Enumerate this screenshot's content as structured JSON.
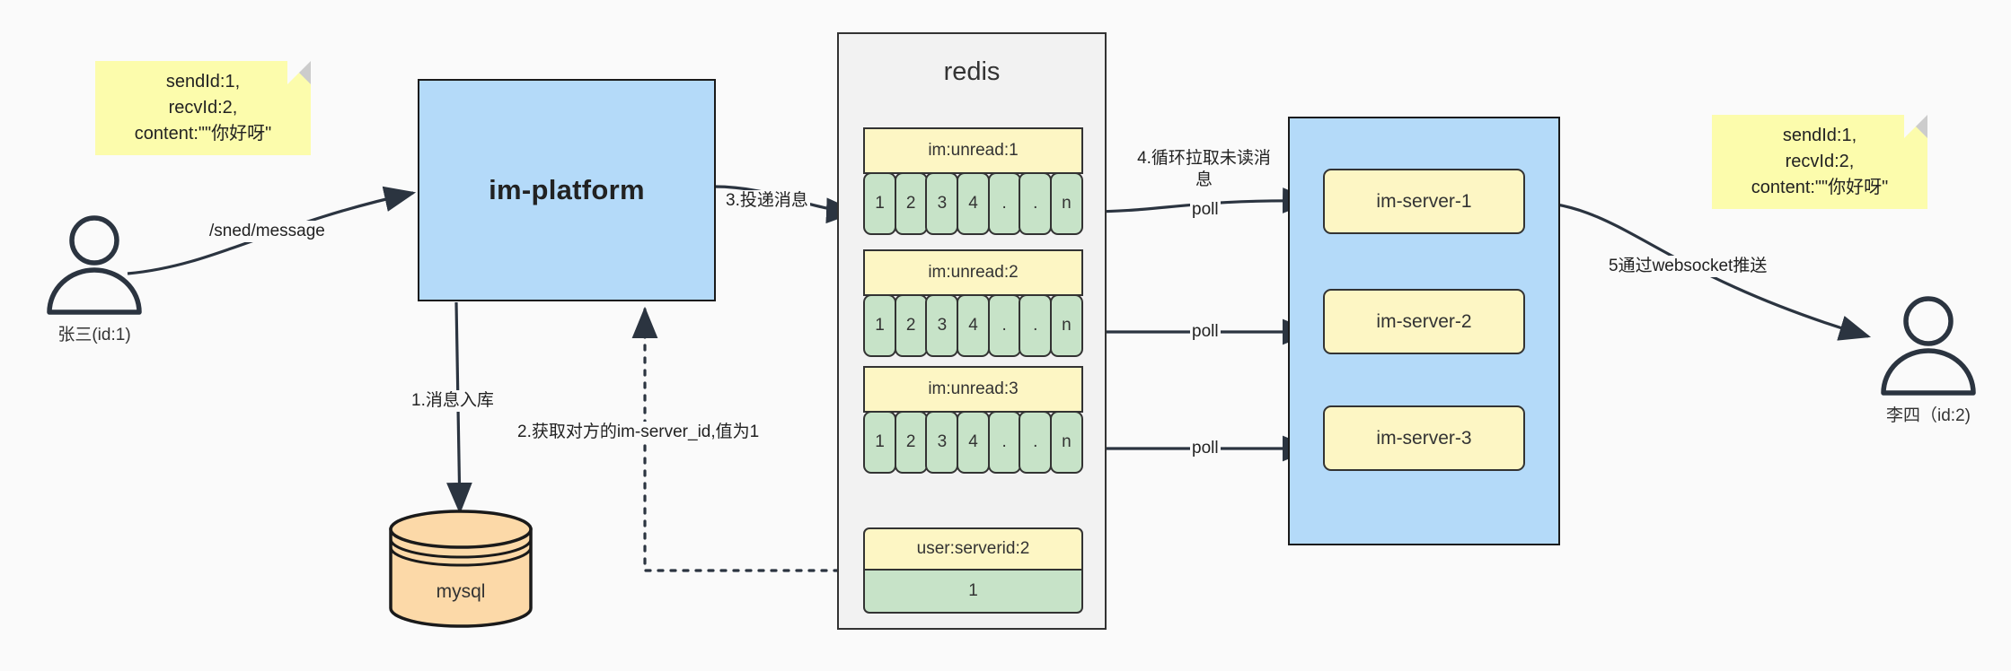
{
  "diagram": {
    "title": "IM message delivery architecture",
    "colors": {
      "note_fill": "#fcfcac",
      "blue_fill": "#b4daf9",
      "yellow_fill": "#fdf6c4",
      "green_fill": "#c7e3c8",
      "orange_fill": "#fcd9a8",
      "container_fill": "#f2f2f2",
      "stroke": "#333333",
      "background": "#fafafa"
    }
  },
  "notes": {
    "left": {
      "line1": "sendId:1,",
      "line2": "recvId:2,",
      "line3": "content:\"\"你好呀\""
    },
    "right": {
      "line1": "sendId:1,",
      "line2": "recvId:2,",
      "line3": "content:\"\"你好呀\""
    }
  },
  "actors": {
    "sender": {
      "label": "张三(id:1)",
      "icon": "person-icon"
    },
    "receiver": {
      "label": "李四（id:2)",
      "icon": "person-icon"
    }
  },
  "nodes": {
    "im_platform": {
      "label": "im-platform"
    },
    "mysql": {
      "label": "mysql",
      "icon": "database-cylinder-icon"
    },
    "redis": {
      "title": "redis"
    }
  },
  "redis_queues": [
    {
      "key": "im:unread:1",
      "cells": [
        "1",
        "2",
        "3",
        "4",
        ".",
        ".",
        "n"
      ]
    },
    {
      "key": "im:unread:2",
      "cells": [
        "1",
        "2",
        "3",
        "4",
        ".",
        ".",
        "n"
      ]
    },
    {
      "key": "im:unread:3",
      "cells": [
        "1",
        "2",
        "3",
        "4",
        ".",
        ".",
        "n"
      ]
    }
  ],
  "redis_kv": {
    "key": "user:serverid:2",
    "value": "1"
  },
  "servers": [
    {
      "label": "im-server-1"
    },
    {
      "label": "im-server-2"
    },
    {
      "label": "im-server-3"
    }
  ],
  "edge_labels": {
    "send_message": "/sned/message",
    "step1": "1.消息入库",
    "step2": "2.获取对方的im-server_id,值为1",
    "step3": "3.投递消息",
    "step4": "4.循环拉取未读消息",
    "poll1": "poll",
    "poll2": "poll",
    "poll3": "poll",
    "step5": "5通过websocket推送"
  }
}
